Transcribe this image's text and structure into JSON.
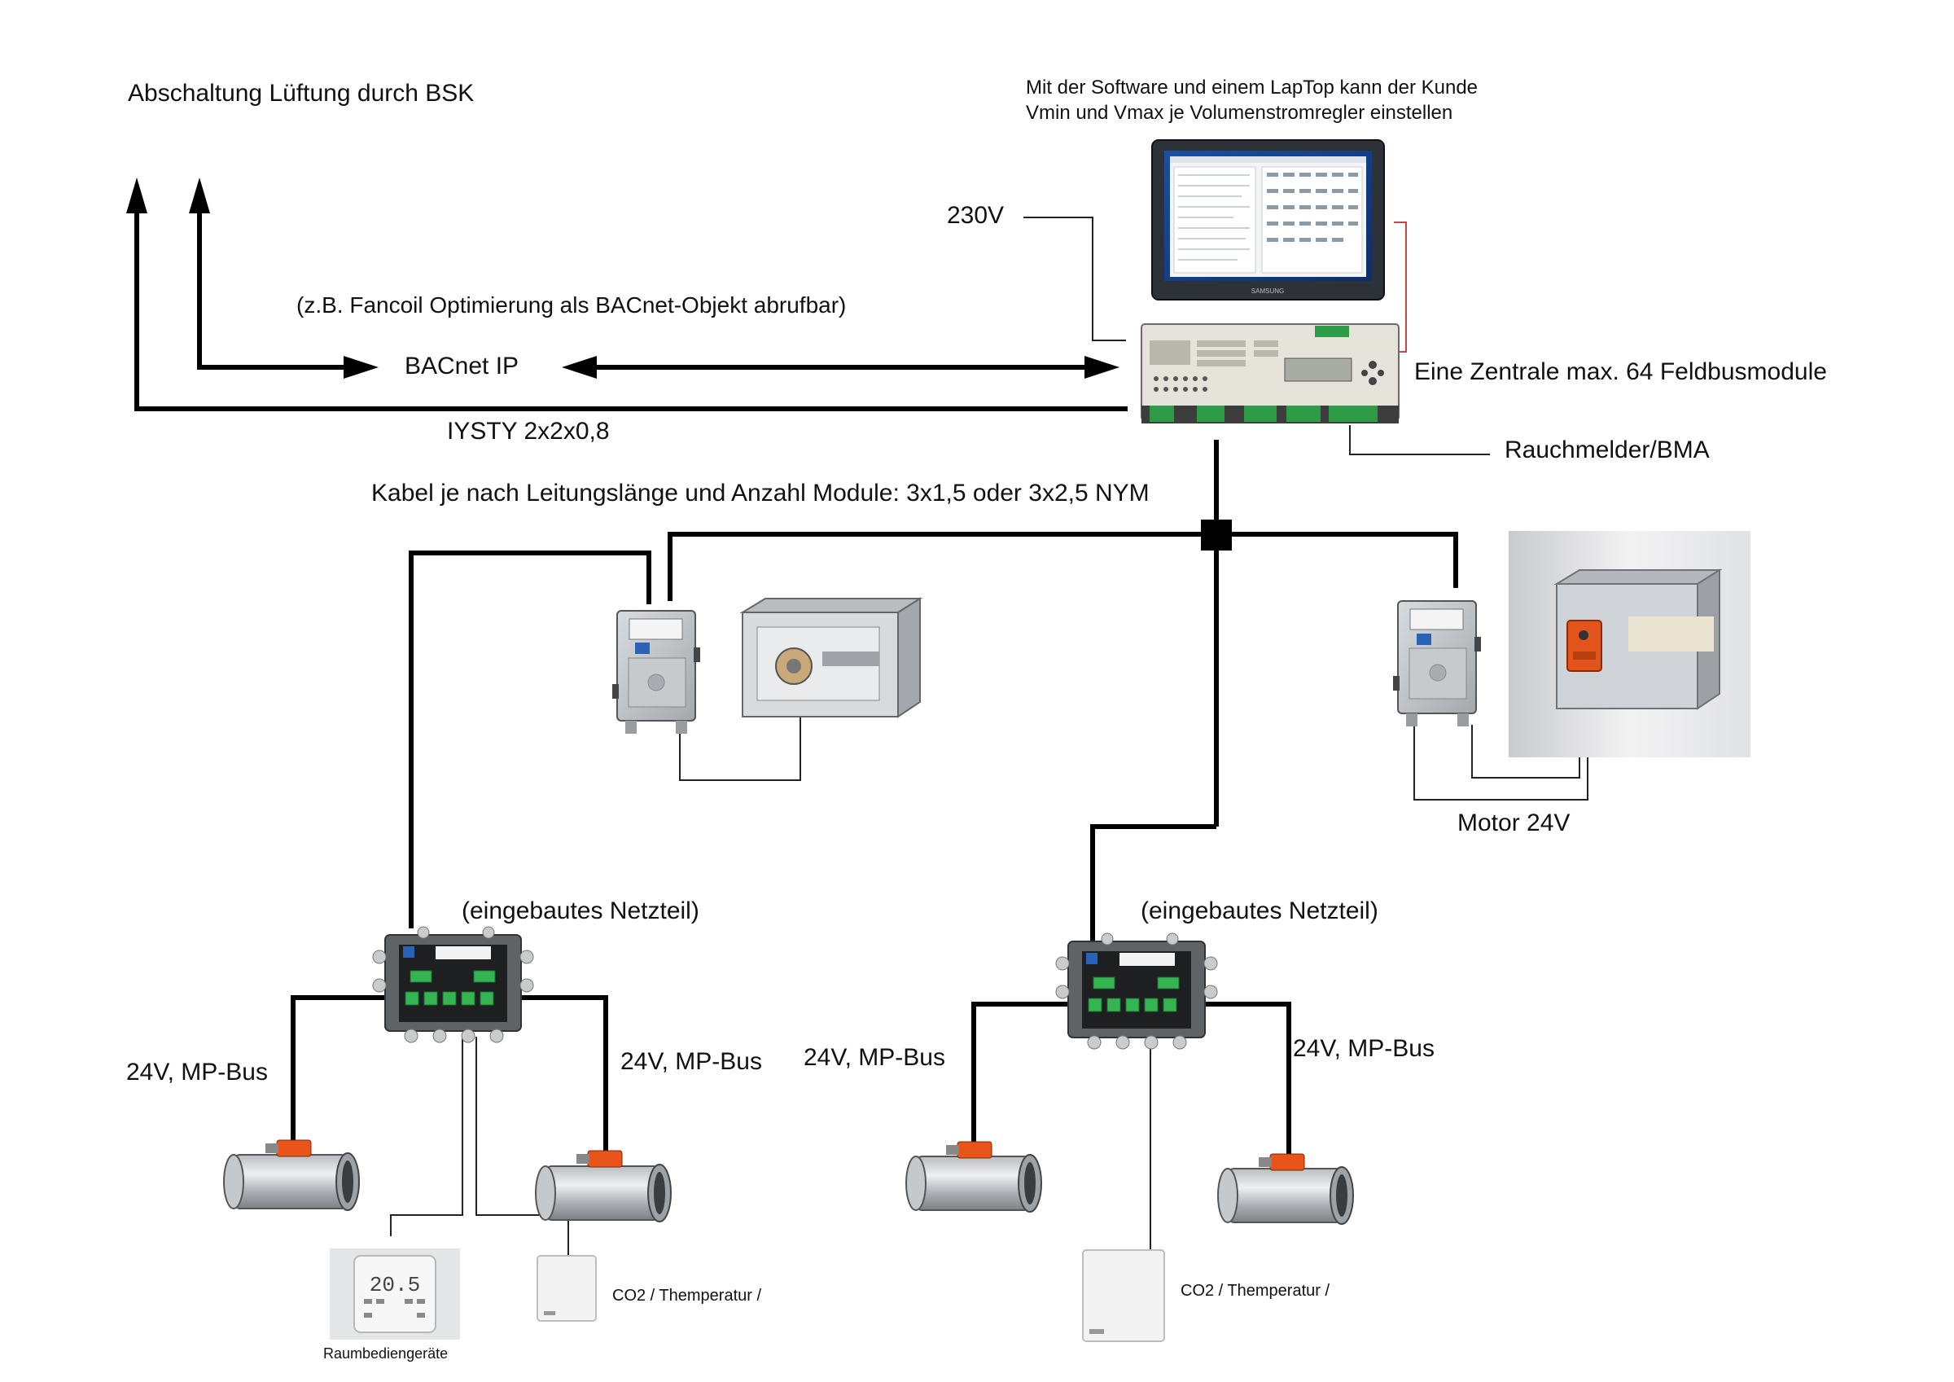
{
  "diagram": {
    "labels": {
      "bsk_shutdown": "Abschaltung Lüftung durch BSK",
      "software_line1": "Mit der Software und einem LapTop kann der Kunde",
      "software_line2": "Vmin und Vmax je Volumenstromregler einstellen",
      "v230": "230V",
      "fancoil": "(z.B. Fancoil Optimierung als BACnet-Objekt abrufbar)",
      "bacnet": "BACnet IP",
      "central": "Eine Zentrale max. 64 Feldbusmodule",
      "iysty": "IYSTY 2x2x0,8",
      "smoke": "Rauchmelder/BMA",
      "cable": "Kabel je nach Leitungslänge und Anzahl Module: 3x1,5 oder 3x2,5 NYM",
      "motor": "Motor 24V",
      "psu_left": "(eingebautes Netzteil)",
      "psu_right": "(eingebautes Netzteil)",
      "mpbus_1": "24V, MP-Bus",
      "mpbus_2": "24V, MP-Bus",
      "mpbus_3": "24V, MP-Bus",
      "mpbus_4": "24V, MP-Bus",
      "co2_left": "CO2 / Themperatur /",
      "co2_right": "CO2 / Themperatur /",
      "room_unit": "Raumbediengeräte"
    },
    "device_text": {
      "thermostat_reading": "20.5",
      "laptop_brand": "SAMSUNG"
    }
  }
}
